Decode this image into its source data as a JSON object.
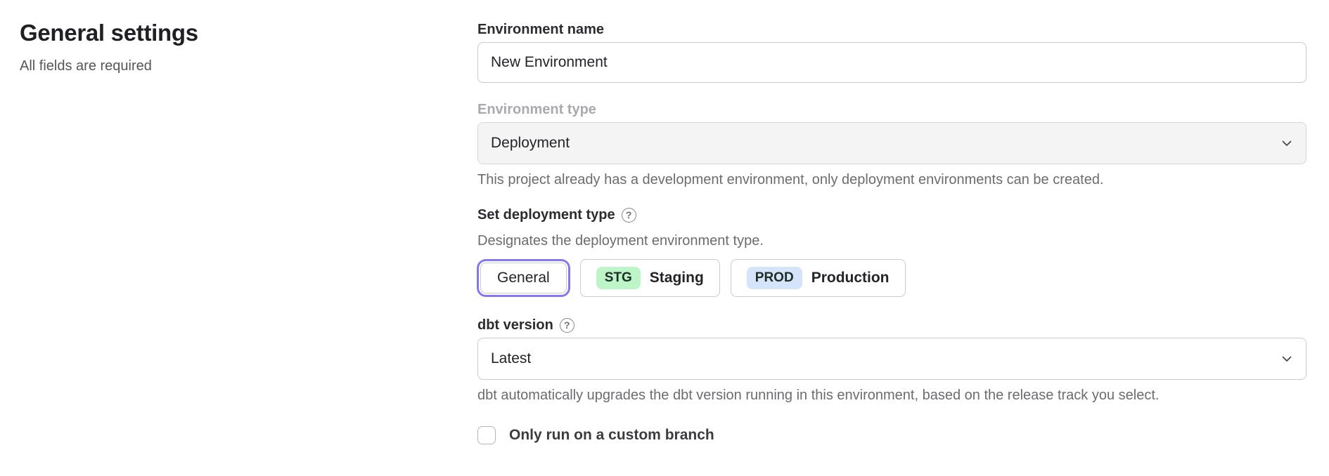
{
  "page": {
    "title": "General settings",
    "subtitle": "All fields are required"
  },
  "icons": {
    "help": "?"
  },
  "colors": {
    "accent": "#8577f2",
    "staging_badge_bg": "#bdf5c9",
    "production_badge_bg": "#d5e3fb"
  },
  "form": {
    "environment_name": {
      "label": "Environment name",
      "value": "New Environment"
    },
    "environment_type": {
      "label": "Environment type",
      "value": "Deployment",
      "disabled": true,
      "helper": "This project already has a development environment, only deployment environments can be created."
    },
    "deployment_type": {
      "label": "Set deployment type",
      "helper": "Designates the deployment environment type.",
      "options": [
        {
          "label": "General",
          "selected": true
        },
        {
          "badge": "STG",
          "label": "Staging"
        },
        {
          "badge": "PROD",
          "label": "Production"
        }
      ]
    },
    "dbt_version": {
      "label": "dbt version",
      "value": "Latest",
      "helper": "dbt automatically upgrades the dbt version running in this environment, based on the release track you select."
    },
    "custom_branch": {
      "label": "Only run on a custom branch",
      "checked": false
    }
  }
}
